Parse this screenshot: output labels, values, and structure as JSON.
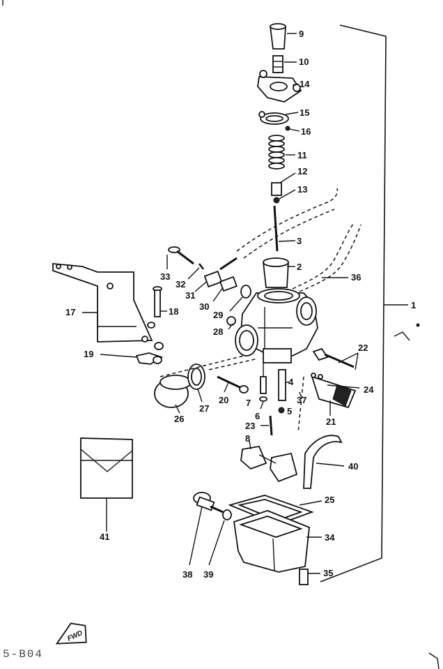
{
  "diagram": {
    "part_numbers": [
      "1",
      "2",
      "3",
      "6",
      "7",
      "8",
      "9",
      "10",
      "11",
      "12",
      "13",
      "14",
      "15",
      "16",
      "17",
      "18",
      "19",
      "20",
      "21",
      "22",
      "23",
      "24",
      "25",
      "26",
      "27",
      "28",
      "29",
      "30",
      "31",
      "32",
      "33",
      "34",
      "35",
      "36",
      "37",
      "38",
      "39",
      "40",
      "41",
      "4",
      "5"
    ],
    "labels": {
      "p1": "1",
      "p2": "2",
      "p3": "3",
      "p4": "4",
      "p5": "5",
      "p6": "6",
      "p7": "7",
      "p8": "8",
      "p9": "9",
      "p10": "10",
      "p11": "11",
      "p12": "12",
      "p13": "13",
      "p14": "14",
      "p15": "15",
      "p16": "16",
      "p17": "17",
      "p18": "18",
      "p19": "19",
      "p20": "20",
      "p21": "21",
      "p22": "22",
      "p23": "23",
      "p24": "24",
      "p25": "25",
      "p26": "26",
      "p27": "27",
      "p28": "28",
      "p29": "29",
      "p30": "30",
      "p31": "31",
      "p32": "32",
      "p33": "33",
      "p34": "34",
      "p35": "35",
      "p36": "36",
      "p37": "37",
      "p38": "38",
      "p39": "39",
      "p40": "40",
      "p41": "41"
    },
    "fwd_marker": "FWD",
    "diagram_code": "5-B04"
  }
}
